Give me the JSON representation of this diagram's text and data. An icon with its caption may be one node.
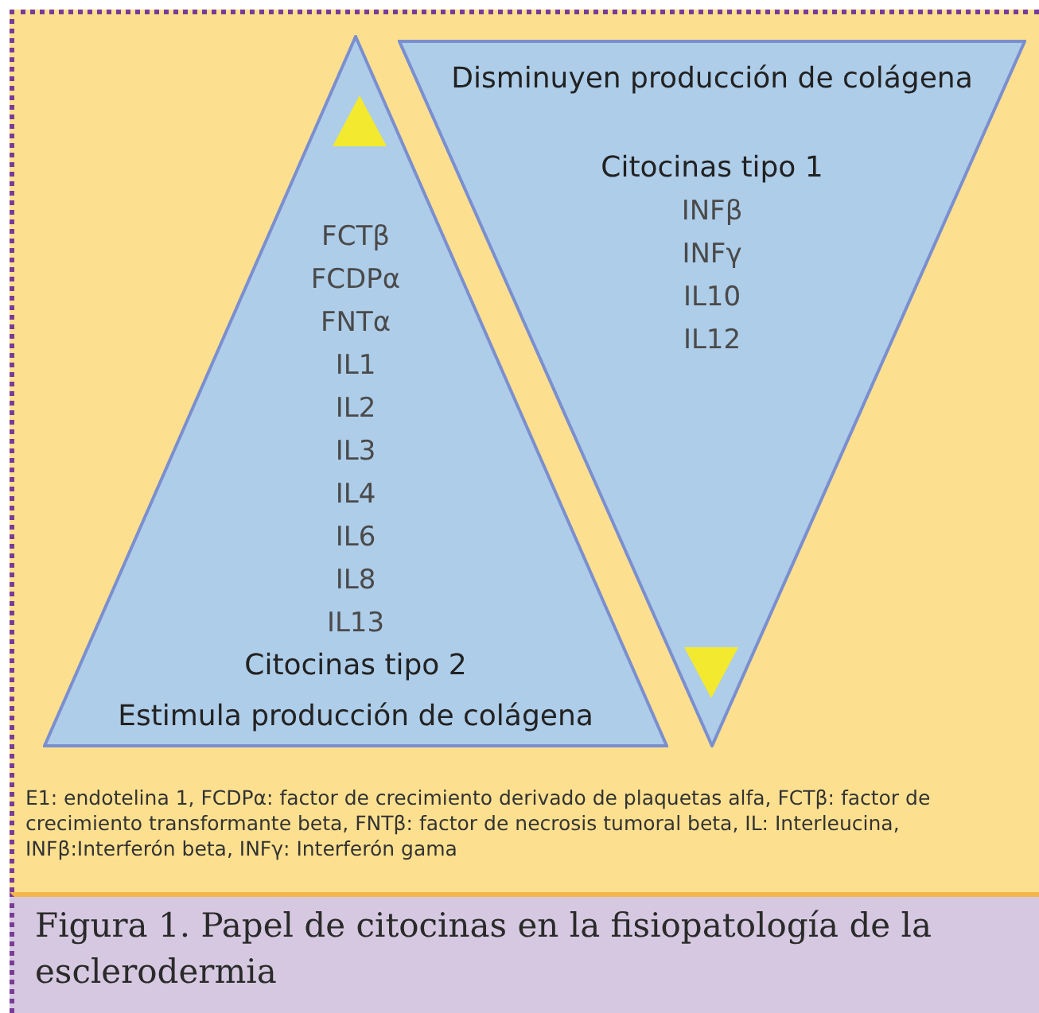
{
  "diagram": {
    "caption": "Figura 1. Papel de citocinas en la fisiopatología de la esclerodermia",
    "nodes": [
      {
        "text": [
          "FCTβ",
          "FCDPα",
          "FNTα",
          "IL1",
          "IL2",
          "IL3",
          "IL4",
          "IL6",
          "IL8",
          "IL13",
          "Citocinas tipo 2",
          "Estimula producción de colágena"
        ]
      },
      {
        "text": [
          "Disminuyen producción de colágena",
          "Citocinas tipo 1",
          "INFβ",
          "INFγ",
          "IL10",
          "IL12"
        ]
      }
    ],
    "edges": [],
    "labels": [
      "E1: endotelina 1, FCDPα: factor de crecimiento derivado de plaquetas alfa, FCTβ: factor de crecimiento transformante beta, FNTβ: factor de necrosis tumoral beta, IL: Interleucina, INFβ:Interferón beta, INFγ: Interferón gama"
    ]
  }
}
